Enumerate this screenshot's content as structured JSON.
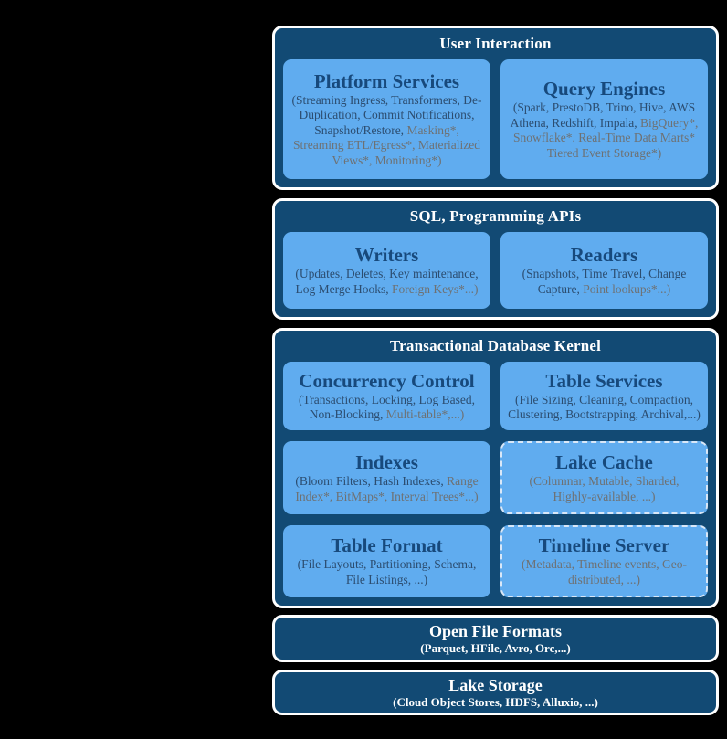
{
  "colors": {
    "page_bg": "#000000",
    "section_bg": "#124A74",
    "section_border": "#FFFFFF",
    "box_bg": "#60ACEF",
    "box_title_text": "#17497C",
    "body_text": "#2C4D70",
    "muted_text": "#6E7173",
    "dashed_border": "#D9E7F7"
  },
  "sections": [
    {
      "title": "User Interaction",
      "boxes": [
        {
          "title": "Platform Services",
          "text_primary": "(Streaming Ingress, Transformers, De-Duplication, Commit Notifications, Snapshot/Restore,",
          "text_future": "Masking*, Streaming ETL/Egress*, Materialized Views*,  Monitoring*)"
        },
        {
          "title": "Query Engines",
          "text_primary": "(Spark, PrestoDB, Trino, Hive, AWS Athena, Redshift, Impala,",
          "text_future": "BigQuery*, Snowflake*, Real-Time Data Marts* Tiered Event Storage*)"
        }
      ]
    },
    {
      "title": "SQL, Programming APIs",
      "boxes": [
        {
          "title": "Writers",
          "text_primary": "(Updates, Deletes, Key maintenance, Log Merge Hooks,",
          "text_future": "Foreign Keys*...)"
        },
        {
          "title": "Readers",
          "text_primary": "(Snapshots, Time Travel, Change Capture,",
          "text_future": "Point lookups*...)"
        }
      ]
    },
    {
      "title": "Transactional Database Kernel",
      "boxes": [
        {
          "title": "Concurrency Control",
          "text_primary": "(Transactions, Locking, Log Based, Non-Blocking,",
          "text_future": "Multi-table*,...)"
        },
        {
          "title": "Table Services",
          "text_primary": "(File Sizing, Cleaning, Compaction, Clustering, Bootstrapping, Archival,...)",
          "text_future": ""
        },
        {
          "title": "Indexes",
          "text_primary": "(Bloom Filters, Hash Indexes,",
          "text_future": "Range Index*, BitMaps*, Interval Trees*...)"
        },
        {
          "title": "Lake Cache",
          "text_primary": "",
          "text_future": "(Columnar, Mutable, Sharded, Highly-available, ...)"
        },
        {
          "title": "Table Format",
          "text_primary": "(File Layouts, Partitioning, Schema, File Listings, ...)",
          "text_future": ""
        },
        {
          "title": "Timeline Server",
          "text_primary": "",
          "text_future": "(Metadata, Timeline events, Geo-distributed, ...)"
        }
      ]
    },
    {
      "title": "Open File Formats",
      "subtitle": "(Parquet, HFile, Avro, Orc,...)"
    },
    {
      "title": "Lake Storage",
      "subtitle": "(Cloud Object Stores, HDFS, Alluxio, ...)"
    }
  ]
}
